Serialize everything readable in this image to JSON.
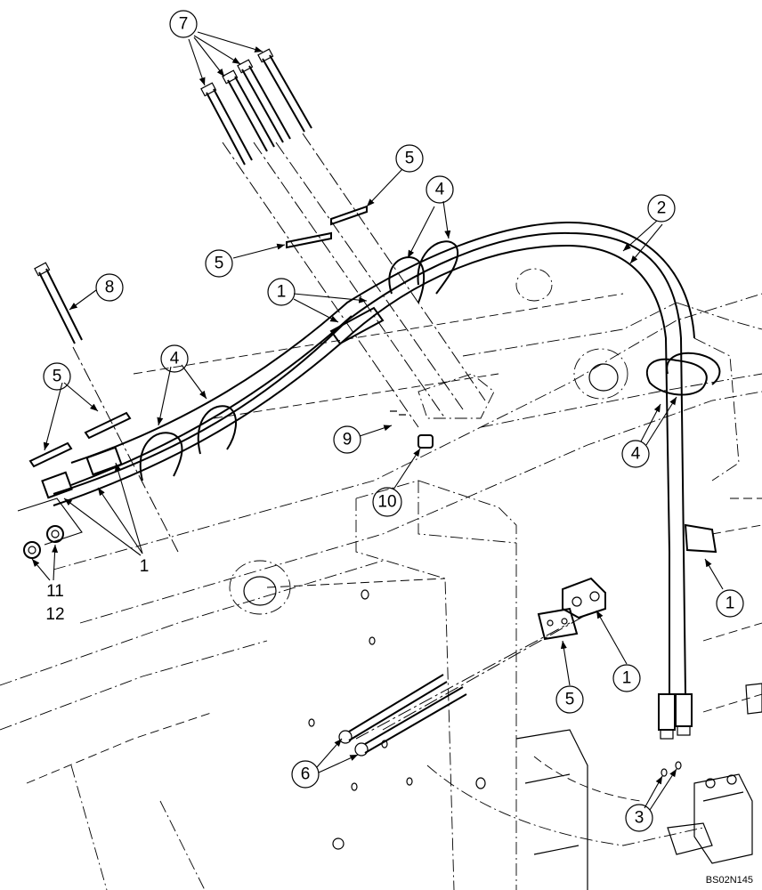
{
  "diagram": {
    "drawing_code": "BS02N145",
    "callouts": [
      {
        "id": "c7",
        "label": "7"
      },
      {
        "id": "c5a",
        "label": "5"
      },
      {
        "id": "c4a",
        "label": "4"
      },
      {
        "id": "c2",
        "label": "2"
      },
      {
        "id": "c5b",
        "label": "5"
      },
      {
        "id": "c8",
        "label": "8"
      },
      {
        "id": "c1a",
        "label": "1"
      },
      {
        "id": "c5c",
        "label": "5"
      },
      {
        "id": "c4b",
        "label": "4"
      },
      {
        "id": "c9",
        "label": "9"
      },
      {
        "id": "c4c",
        "label": "4"
      },
      {
        "id": "c10",
        "label": "10"
      },
      {
        "id": "c1b",
        "label": "1"
      },
      {
        "id": "c1c",
        "label": "1"
      },
      {
        "id": "c5d",
        "label": "5"
      },
      {
        "id": "c6",
        "label": "6"
      },
      {
        "id": "c3",
        "label": "3"
      }
    ],
    "plain_labels": [
      {
        "id": "p1",
        "label": "1"
      },
      {
        "id": "p11",
        "label": "11"
      },
      {
        "id": "p12",
        "label": "12"
      }
    ]
  }
}
